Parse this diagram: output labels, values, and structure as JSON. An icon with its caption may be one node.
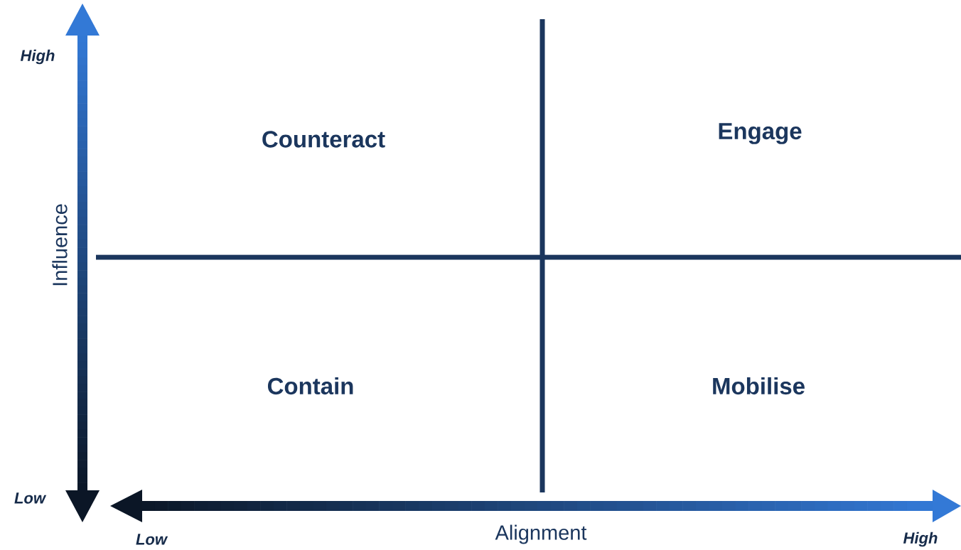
{
  "diagram": {
    "labels": [
      "High",
      "Counteract",
      "Engage",
      "Influence",
      "Contain",
      "Mobilise",
      "Low",
      "Low",
      "Alignment",
      "High"
    ]
  }
}
